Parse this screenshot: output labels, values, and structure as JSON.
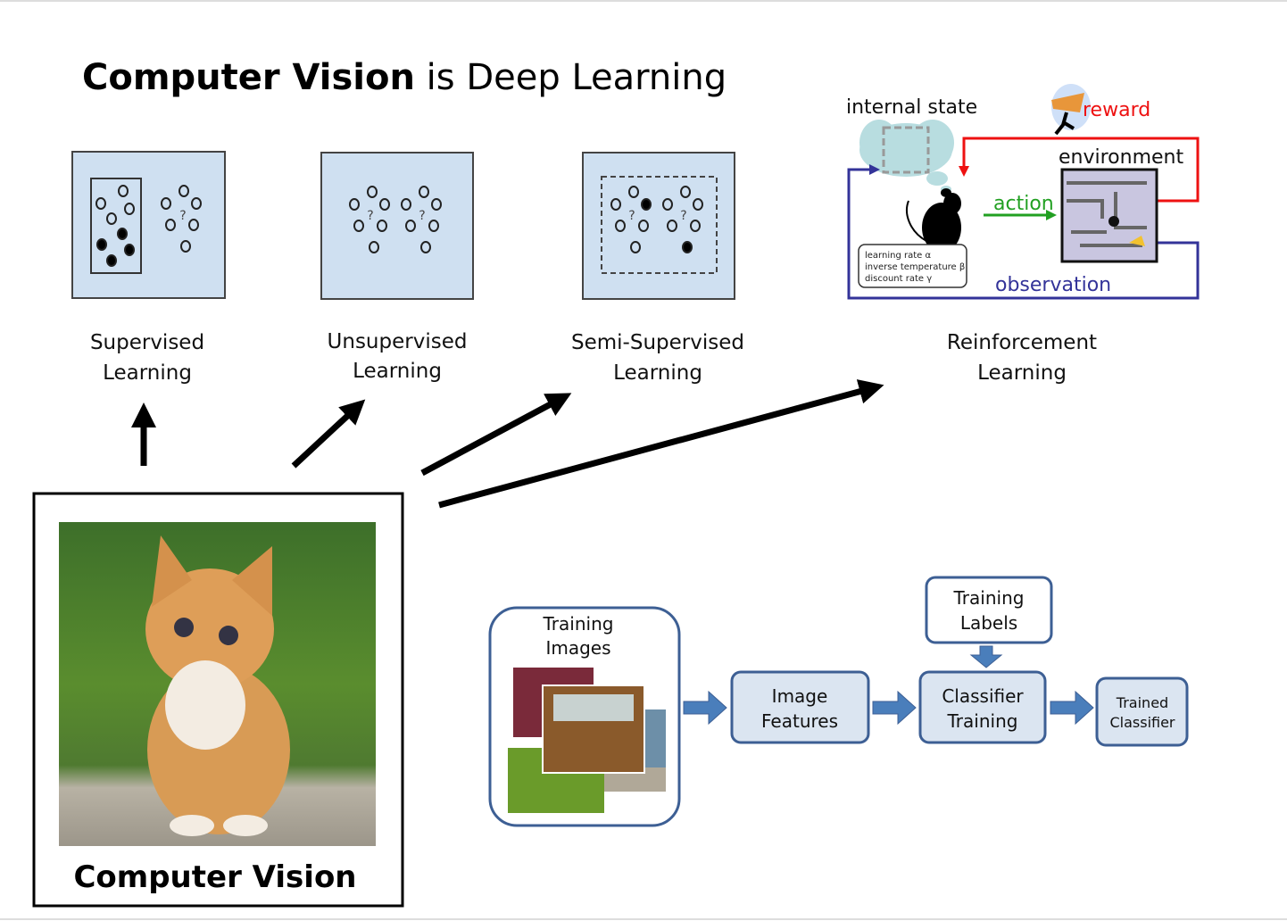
{
  "title": {
    "bold": "Computer Vision",
    "rest": " is Deep Learning"
  },
  "panels": [
    {
      "line1": "Supervised",
      "line2": "Learning"
    },
    {
      "line1": "Unsupervised",
      "line2": "Learning"
    },
    {
      "line1": "Semi-Supervised",
      "line2": "Learning"
    },
    {
      "line1": "Reinforcement",
      "line2": "Learning"
    }
  ],
  "question_mark": "?",
  "rl": {
    "internal_state": "internal state",
    "reward": "reward",
    "environment": "environment",
    "action": "action",
    "observation": "observation",
    "params": [
      "learning rate α",
      "inverse temperature β",
      "discount rate γ"
    ],
    "colors": {
      "reward": "#ee1111",
      "action": "#22a022",
      "observation": "#333399"
    }
  },
  "cv_caption": "Computer Vision",
  "pipeline": {
    "training_images": [
      "Training",
      "Images"
    ],
    "image_features": [
      "Image",
      "Features"
    ],
    "classifier_training": [
      "Classifier",
      "Training"
    ],
    "training_labels": [
      "Training",
      "Labels"
    ],
    "trained_classifier": [
      "Trained",
      "Classifier"
    ],
    "colors": {
      "box_fill": "#dbe5f1",
      "box_border": "#3d5f94",
      "arrow": "#4a7ebb"
    }
  }
}
